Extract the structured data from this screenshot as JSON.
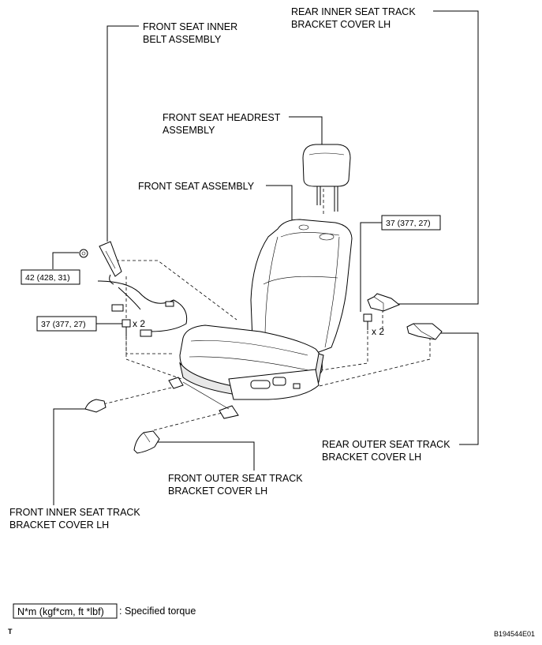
{
  "labels": {
    "front_seat_inner_belt": [
      "FRONT SEAT INNER",
      "BELT ASSEMBLY"
    ],
    "rear_inner_track_cover": [
      "REAR INNER SEAT TRACK",
      "BRACKET COVER LH"
    ],
    "front_seat_headrest": [
      "FRONT SEAT HEADREST",
      "ASSEMBLY"
    ],
    "front_seat_assembly": [
      "FRONT SEAT ASSEMBLY"
    ],
    "rear_outer_track_cover": [
      "REAR OUTER SEAT TRACK",
      "BRACKET COVER LH"
    ],
    "front_outer_track_cover": [
      "FRONT OUTER SEAT TRACK",
      "BRACKET COVER LH"
    ],
    "front_inner_track_cover": [
      "FRONT INNER SEAT TRACK",
      "BRACKET COVER LH"
    ]
  },
  "torques": {
    "belt_anchor": "42 (428, 31)",
    "rear_track_bolts": "37 (377, 27)",
    "front_track_bolts": "37 (377, 27)"
  },
  "multipliers": {
    "front_bolts": "x 2",
    "rear_bolts": "x 2"
  },
  "legend": {
    "unit_box": "N*m (kgf*cm, ft *lbf)",
    "description": ": Specified torque"
  },
  "footer": {
    "left_mark": "T",
    "figure_code": "B194544E01"
  }
}
